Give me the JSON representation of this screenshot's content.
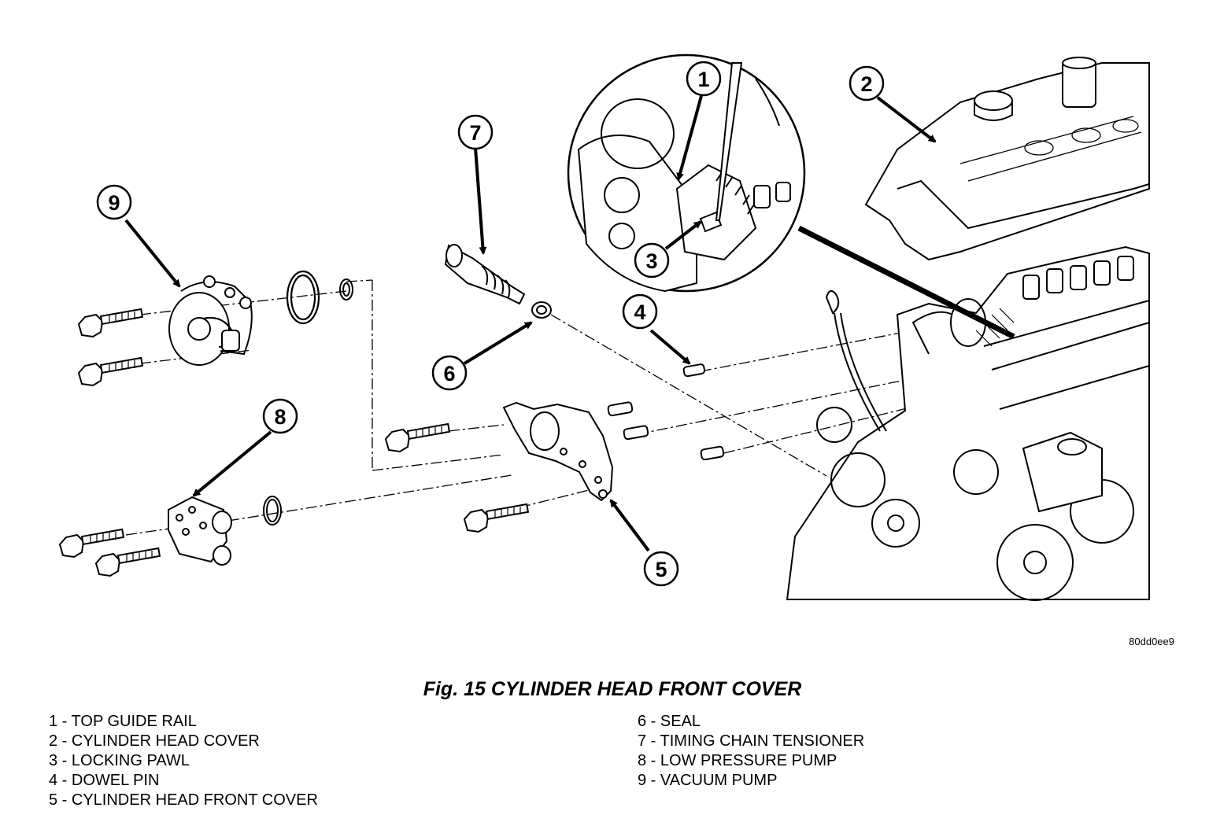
{
  "figure": {
    "code": "80dd0ee9",
    "caption": "Fig. 15 CYLINDER HEAD FRONT COVER"
  },
  "callouts": [
    "1",
    "2",
    "3",
    "4",
    "5",
    "6",
    "7",
    "8",
    "9"
  ],
  "legend_left": [
    "1 - TOP GUIDE RAIL",
    "2 - CYLINDER HEAD COVER",
    "3 - LOCKING PAWL",
    "4 - DOWEL PIN",
    "5 - CYLINDER HEAD FRONT COVER"
  ],
  "legend_right": [
    "6 - SEAL",
    "7 - TIMING CHAIN TENSIONER",
    "8 - LOW PRESSURE PUMP",
    "9 - VACUUM PUMP"
  ]
}
